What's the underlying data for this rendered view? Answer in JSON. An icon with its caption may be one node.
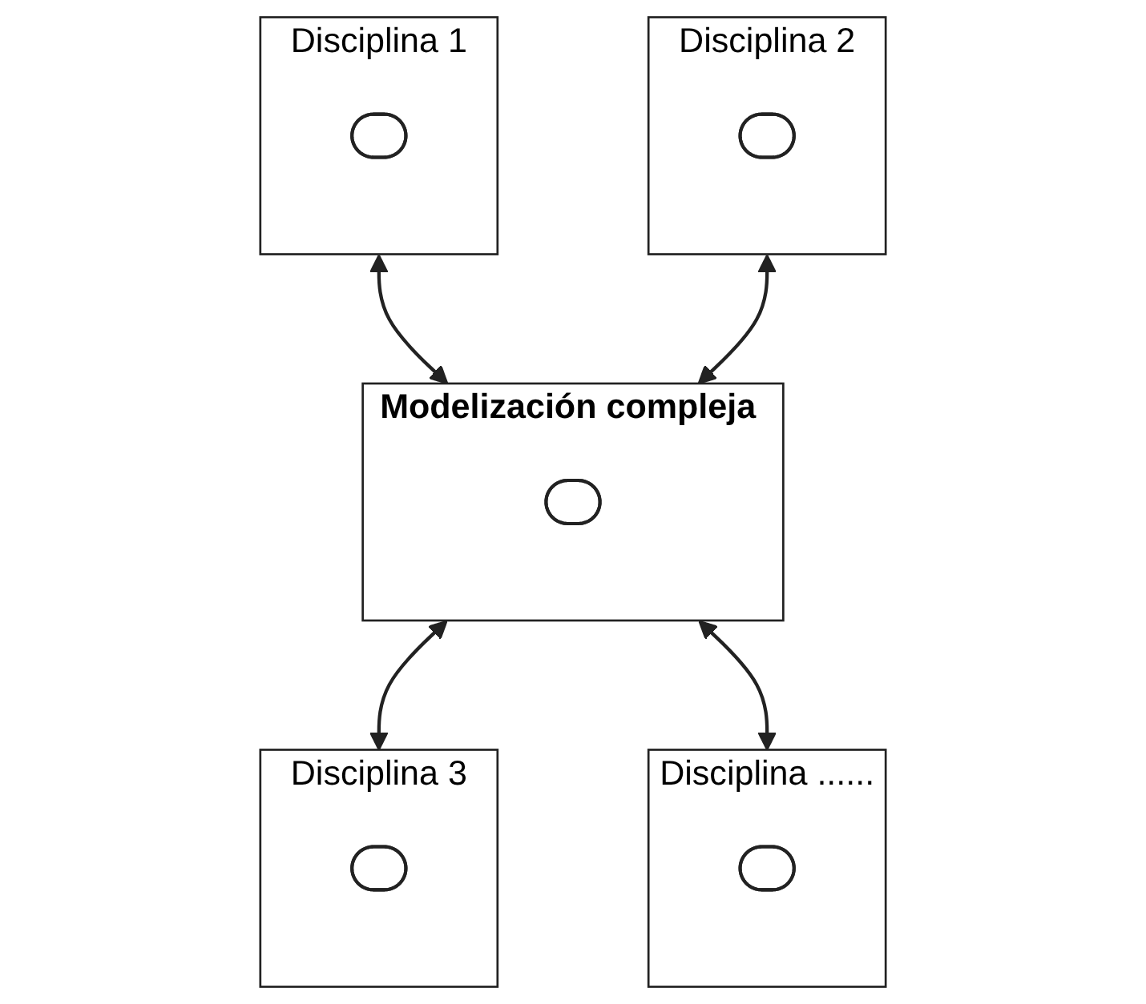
{
  "diagram": {
    "nodes": [
      {
        "text": [
          "Disciplina 1"
        ]
      },
      {
        "text": [],
        "shape": "ellipse",
        "in": 0
      },
      {
        "text": [
          "Disciplina 2"
        ]
      },
      {
        "text": [],
        "shape": "ellipse",
        "in": 2
      },
      {
        "text": [
          "Modelización compleja"
        ]
      },
      {
        "text": [],
        "shape": "ellipse",
        "in": 4
      },
      {
        "text": [
          "Disciplina 3"
        ]
      },
      {
        "text": [],
        "shape": "ellipse",
        "in": 6
      },
      {
        "text": [
          "Disciplina ......"
        ]
      },
      {
        "text": [],
        "shape": "ellipse",
        "in": 8
      }
    ],
    "edges": [
      {
        "from": 0,
        "to": 4,
        "arrow": "both"
      },
      {
        "from": 2,
        "to": 4,
        "arrow": "both"
      },
      {
        "from": 4,
        "to": 6,
        "arrow": "both"
      },
      {
        "from": 4,
        "to": 8,
        "arrow": "both"
      }
    ]
  }
}
